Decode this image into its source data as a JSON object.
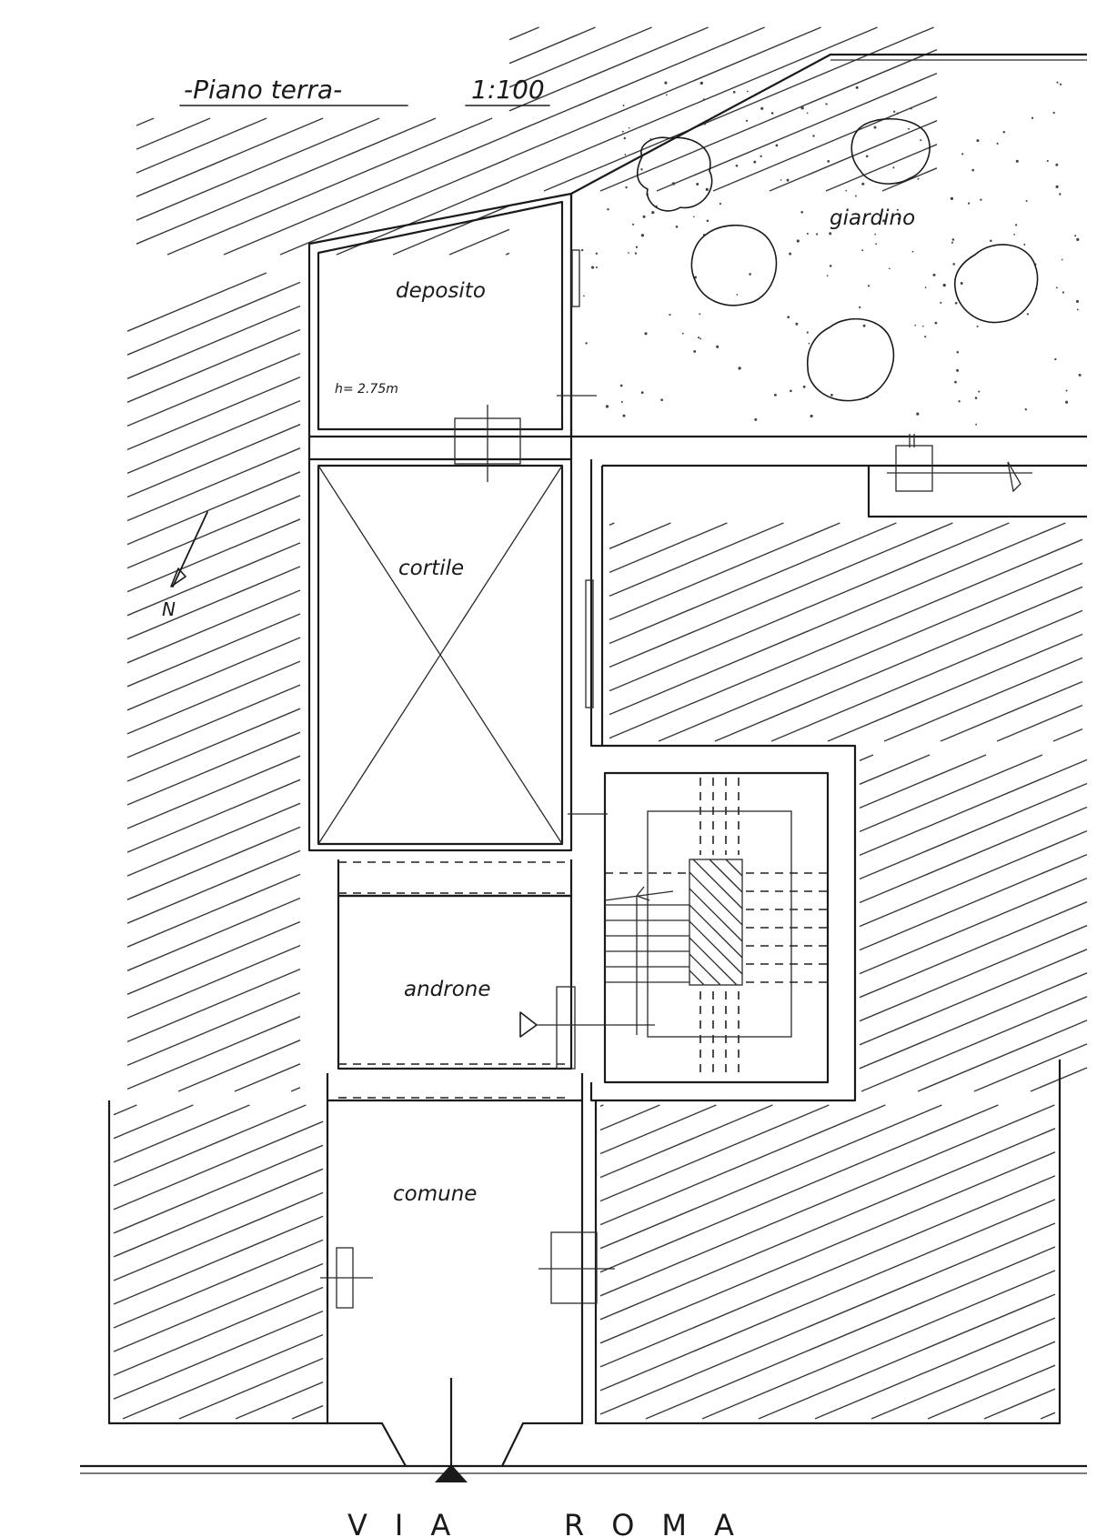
{
  "title": "-Piano terra-",
  "scale": "1:100",
  "rooms": {
    "deposito": "deposito",
    "deposito_height": "h= 2.75m",
    "cortile": "cortile",
    "giardino": "giardino",
    "androne": "androne",
    "comune": "comune"
  },
  "north_label": "N",
  "street": {
    "word1": "VIA",
    "word2": "ROMA"
  },
  "colors": {
    "ink": "#1a1a1a",
    "paper": "#ffffff"
  }
}
